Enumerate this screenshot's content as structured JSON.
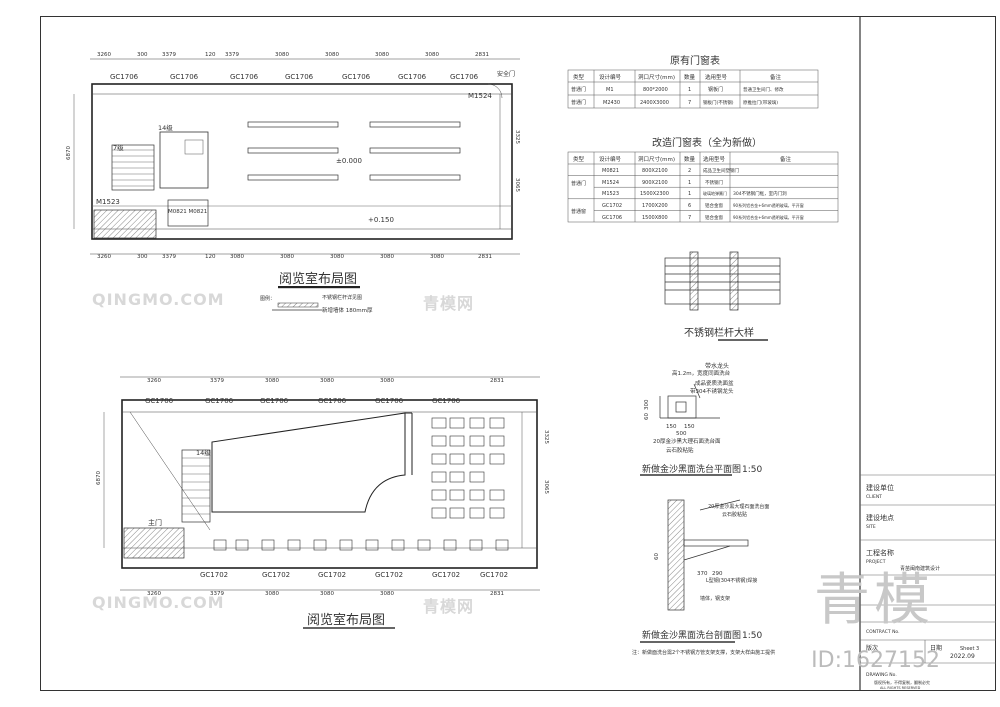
{
  "watermark": {
    "text": "QINGMO.COM",
    "cn": "青模网",
    "brand": "青模",
    "image_id": "ID:1627152"
  },
  "plan1": {
    "title": "阅览室布局图",
    "dims_top": [
      "3260",
      "300",
      "3379",
      "120",
      "3379",
      "3080",
      "3080",
      "3080",
      "3080",
      "2831"
    ],
    "dims_bottom": [
      "3260",
      "300",
      "3379",
      "120",
      "3080",
      "3080",
      "3080",
      "3080",
      "3080",
      "2831"
    ],
    "windows": [
      "GC1706",
      "GC1706",
      "GC1706",
      "GC1706",
      "GC1706",
      "GC1706",
      "GC1706"
    ],
    "door_exit": "安全门",
    "door_m1524": "M1524",
    "door_m1523": "M1523",
    "door_lower": "M0821 M0821",
    "stair_14": "14级",
    "stair_7": "7级",
    "level_1": "±0.000",
    "level_2": "+0.150",
    "side_dims": [
      "6870",
      "3325",
      "3065"
    ],
    "legend_1": "图例：",
    "legend_2": "不锈钢栏杆详见图",
    "legend_3": "新增墙体 180mm厚"
  },
  "plan2": {
    "title": "阅览室布局图",
    "dims_top": [
      "3260",
      "3379",
      "3080",
      "3080",
      "3080",
      "2831"
    ],
    "dims_bottom": [
      "3260",
      "3379",
      "3080",
      "3080",
      "3080",
      "2831"
    ],
    "windows_top": [
      "GC1706",
      "GC1706",
      "GC1706",
      "GC1706",
      "GC1706",
      "GC1706"
    ],
    "windows_bottom": [
      "GC1702",
      "GC1702",
      "GC1702",
      "GC1702",
      "GC1702",
      "GC1702"
    ],
    "main_door": "主门",
    "stair_14": "14级",
    "side_dims": [
      "6870",
      "3325",
      "3065"
    ]
  },
  "table1": {
    "title": "原有门窗表",
    "headers": [
      "类型",
      "设计编号",
      "洞口尺寸(mm)",
      "数量",
      "选用型号",
      "备注"
    ],
    "rows": [
      [
        "普通门",
        "M1",
        "800*2000",
        "1",
        "钢板门",
        "普通卫生间门、修改"
      ],
      [
        "普通门",
        "M2430",
        "2400X3000",
        "7",
        "钢板门(不锈钢)",
        "原推拉门(带玻璃)"
      ]
    ]
  },
  "table2": {
    "title": "改造门窗表（全为新做）",
    "headers": [
      "类型",
      "设计编号",
      "洞口尺寸(mm)",
      "数量",
      "选用型号",
      "备注"
    ],
    "rows": [
      [
        "普通门",
        "M0821",
        "800X2100",
        "2",
        "",
        "成品卫生间塑钢门"
      ],
      [
        "",
        "M1524",
        "900X2100",
        "1",
        "不锈钢门",
        ""
      ],
      [
        "",
        "M1523",
        "1500X2300",
        "1",
        "玻璃地弹簧门",
        "304不锈钢门框，室内门洞"
      ],
      [
        "普通窗",
        "GC1702",
        "1700X200",
        "6",
        "铝合金窗",
        "90系列铝合金+6mm透明玻璃，平开窗"
      ],
      [
        "",
        "GC1706",
        "1500X800",
        "7",
        "铝合金窗",
        "90系列铝合金+6mm透明玻璃，平开窗"
      ]
    ]
  },
  "detail1": {
    "title": "不锈钢栏杆大样"
  },
  "detail2": {
    "title": "新做金沙黑面洗台平面图",
    "scale": "1:50",
    "notes": [
      "带水龙头",
      "高1.2m，宽度同面洗台",
      "成品瓷质洗面盆",
      "带304不锈钢龙头"
    ],
    "dims": [
      "150",
      "150",
      "500",
      "300",
      "60"
    ],
    "bottom": [
      "20厚金沙黑大理石面洗台面",
      "云石胶粘贴"
    ]
  },
  "detail3": {
    "title": "新做金沙黑面洗台剖面图",
    "scale": "1:50",
    "notes": [
      "20厚金沙黑大理石面洗台面",
      "云石胶粘贴",
      "L型钢(304不锈钢)焊接",
      "墙体，钢支架"
    ],
    "dims": [
      "370",
      "290",
      "60"
    ],
    "note": "注：新做面洗台需2个不锈钢方管支架支撑，支架大样由施工提供"
  },
  "titleblock": {
    "client_cn": "建设单位",
    "client_en": "CLIENT",
    "site_cn": "建设地点",
    "site_en": "SITE",
    "project_cn": "工程名称",
    "project_en": "PROJECT",
    "project_val": "青苗闽南建筑设计",
    "contract": "CONTRACT No.",
    "drawing": "DRAWING No.",
    "version": "版次",
    "date_label": "日期",
    "date_val": "2022.09",
    "sheet": "Sheet 3",
    "footer_1": "版权所有，不得复制，翻制必究",
    "footer_2": "ALL RIGHTS RESERVED"
  }
}
